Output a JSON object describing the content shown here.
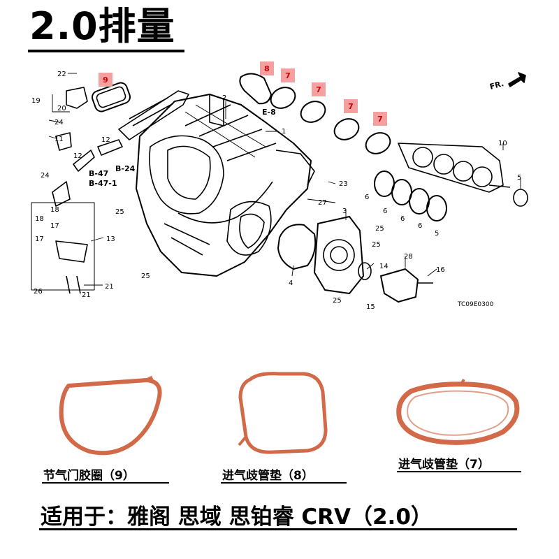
{
  "title": "2.0排量",
  "diagram": {
    "direction_label": "FR.",
    "code_label": "TC09E0300",
    "ref_labels": [
      "E-8",
      "B-24",
      "B-47",
      "B-47-1"
    ],
    "highlighted": [
      "9",
      "8",
      "7",
      "7",
      "7",
      "7"
    ],
    "numbers": [
      "22",
      "19",
      "20",
      "24",
      "11",
      "24",
      "12",
      "12",
      "18",
      "18",
      "17",
      "17",
      "13",
      "26",
      "21",
      "21",
      "25",
      "25",
      "2",
      "1",
      "23",
      "27",
      "4",
      "3",
      "25",
      "25",
      "25",
      "15",
      "14",
      "28",
      "16",
      "10",
      "5",
      "6",
      "6",
      "6",
      "6",
      "5"
    ]
  },
  "captions": {
    "gasket_9": "节气门胶圈（9）",
    "gasket_8": "进气歧管垫（8）",
    "gasket_7": "进气歧管垫（7）"
  },
  "footer": "适用于：雅阁 思域 思铂睿 CRV（2.0）",
  "colors": {
    "gasket": "#d26a4a",
    "highlight": "#f5a0a0",
    "highlight_text": "#cc0000"
  }
}
